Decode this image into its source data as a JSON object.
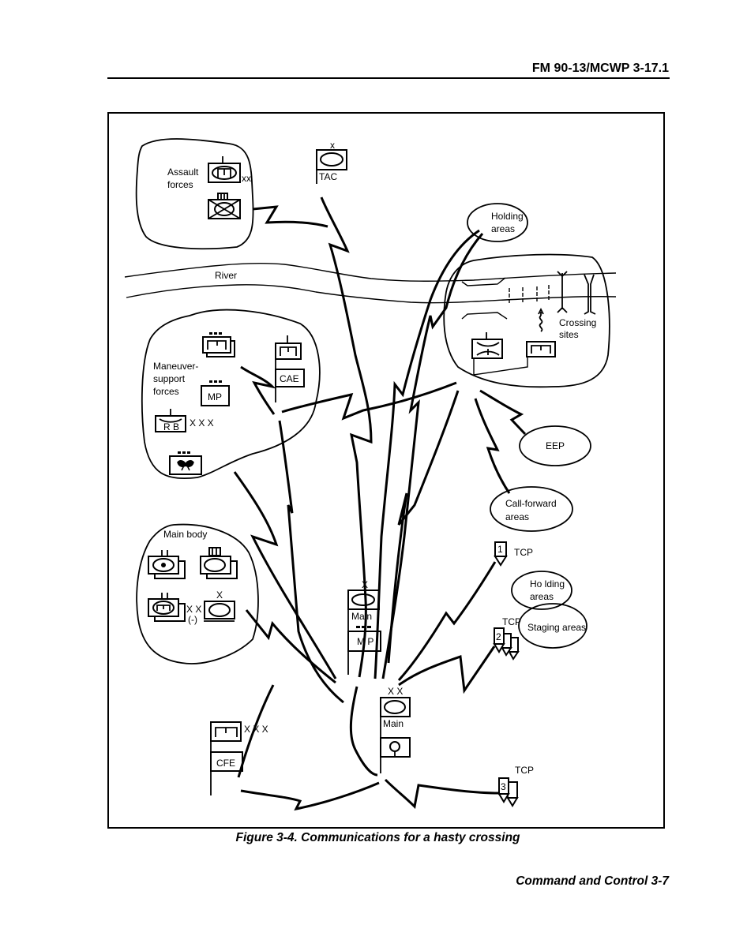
{
  "header": {
    "document_id": "FM 90-13/MCWP 3-17.1"
  },
  "figure": {
    "caption": "Figure 3-4.  Communications for a hasty crossing",
    "labels": {
      "assault_forces_1": "Assault",
      "assault_forces_2": "forces",
      "assault_echelon": "xx",
      "tac_echelon": "x",
      "tac": "TAC",
      "holding_areas_top_1": "Holding",
      "holding_areas_top_2": "areas",
      "river": "River",
      "crossing_sites_1": "Crossing",
      "crossing_sites_2": "sites",
      "maneuver_support_1": "Maneuver-",
      "maneuver_support_2": "support",
      "maneuver_support_3": "forces",
      "mp": "MP",
      "cae": "CAE",
      "rb": "R B",
      "rb_echelon": "X X X",
      "eep": "EEP",
      "call_forward_1": "Call-forward",
      "call_forward_2": "areas",
      "main_body": "Main body",
      "main_body_echelon_a": "X X",
      "main_body_echelon_b": "(-)",
      "main_body_echelon_c": "X",
      "tcp1_num": "1",
      "tcp1": "TCP",
      "holding_areas_mid_1": "Ho lding",
      "holding_areas_mid_2": "areas",
      "staging_areas": "Staging areas",
      "tcp2_num": "2",
      "tcp2": "TCP",
      "brigade_main_echelon": "X",
      "brigade_main": "Main",
      "brigade_mp": "M P",
      "division_main_echelon": "X X",
      "division_main": "Main",
      "cfe_echelon": "X X X",
      "cfe": "CFE",
      "tcp3_num": "3",
      "tcp3": "TCP"
    }
  },
  "footer": {
    "section": "Command and Control   3-7"
  }
}
